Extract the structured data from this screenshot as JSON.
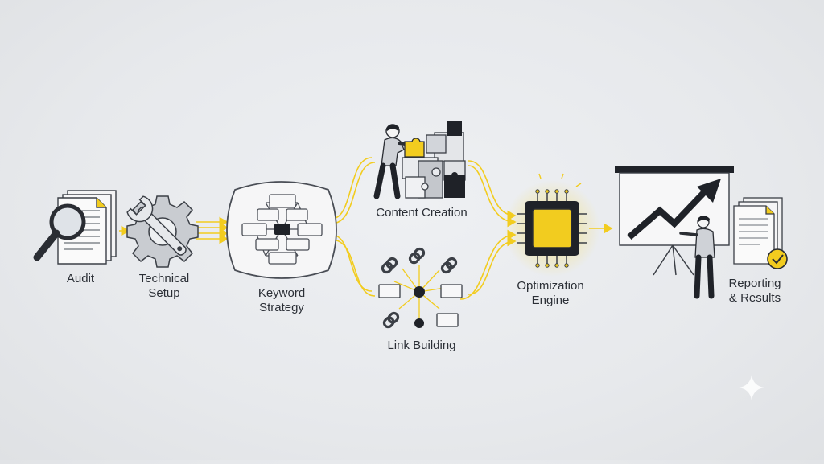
{
  "steps": {
    "audit": {
      "line1": "Audit"
    },
    "technical": {
      "line1": "Technical",
      "line2": "Setup"
    },
    "keyword": {
      "line1": "Keyword",
      "line2": "Strategy"
    },
    "content": {
      "line1": "Content Creation"
    },
    "link": {
      "line1": "Link Building"
    },
    "engine": {
      "line1": "Optimization",
      "line2": "Engine"
    },
    "reporting": {
      "line1": "Reporting",
      "line2": "& Results"
    }
  },
  "colors": {
    "accent": "#f2cc1f",
    "ink": "#1f2228",
    "line_gray": "#5a5f67",
    "fill_light": "#f7f7f8",
    "fill_mid": "#c9ccd1"
  },
  "icons": {
    "audit": "magnifier-documents-icon",
    "technical": "gear-wrench-icon",
    "keyword": "network-diagram-icon",
    "content": "person-puzzle-icon",
    "link": "chain-links-icon",
    "engine": "processor-chip-icon",
    "reporting": "presenter-chart-icon",
    "results": "checked-documents-icon"
  }
}
